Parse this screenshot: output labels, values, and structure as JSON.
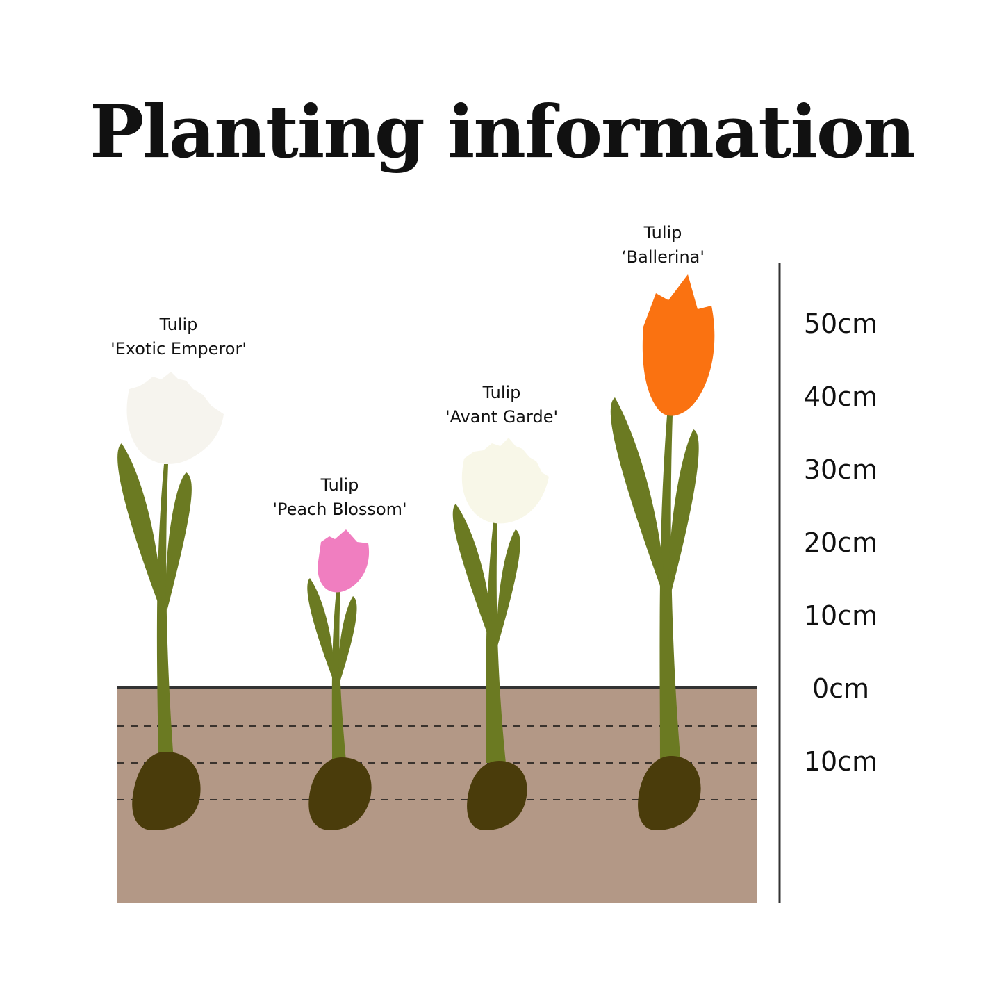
{
  "title": "Planting information",
  "colors": {
    "soil": "#b39886",
    "bulb": "#4a3c0b",
    "stem": "#6b7a22",
    "ground_line": "#333333",
    "dash": "#3a332e",
    "white_flower": "#f6f4ee",
    "cream_flower": "#f8f7e8",
    "pink_flower": "#f07ec0",
    "orange_flower": "#fa7211"
  },
  "plants": [
    {
      "name_line1": "Tulip",
      "name_line2": "'Exotic Emperor'",
      "flower_color": "white",
      "icon": "tulip-icon"
    },
    {
      "name_line1": "Tulip",
      "name_line2": "'Peach Blossom'",
      "flower_color": "pink",
      "icon": "tulip-icon"
    },
    {
      "name_line1": "Tulip",
      "name_line2": "'Avant Garde'",
      "flower_color": "cream",
      "icon": "tulip-icon"
    },
    {
      "name_line1": "Tulip",
      "name_line2": "‘Ballerina'",
      "flower_color": "orange",
      "icon": "tulip-icon"
    }
  ],
  "scale": {
    "labels": [
      "50cm",
      "40cm",
      "30cm",
      "20cm",
      "10cm",
      "0cm",
      "10cm"
    ]
  }
}
